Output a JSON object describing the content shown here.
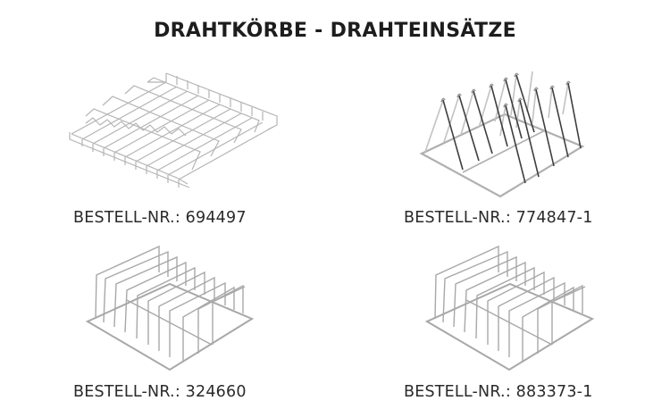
{
  "page": {
    "title": "DRAHTKÖRBE - DRAHTEINSÄTZE"
  },
  "products": [
    {
      "label": "BESTELL-NR.: 694497",
      "image": "wire-basket-wave-grid-icon"
    },
    {
      "label": "BESTELL-NR.: 774847-1",
      "image": "wire-plate-rack-triangular-icon"
    },
    {
      "label": "BESTELL-NR.: 324660",
      "image": "wire-rack-slanted-dividers-icon"
    },
    {
      "label": "BESTELL-NR.: 883373-1",
      "image": "wire-rack-slanted-dividers-icon"
    }
  ],
  "colors": {
    "title": "#1d1d1d",
    "label": "#2a2a2a",
    "wire_light": "#b8b8b8",
    "wire_dark": "#444444"
  }
}
